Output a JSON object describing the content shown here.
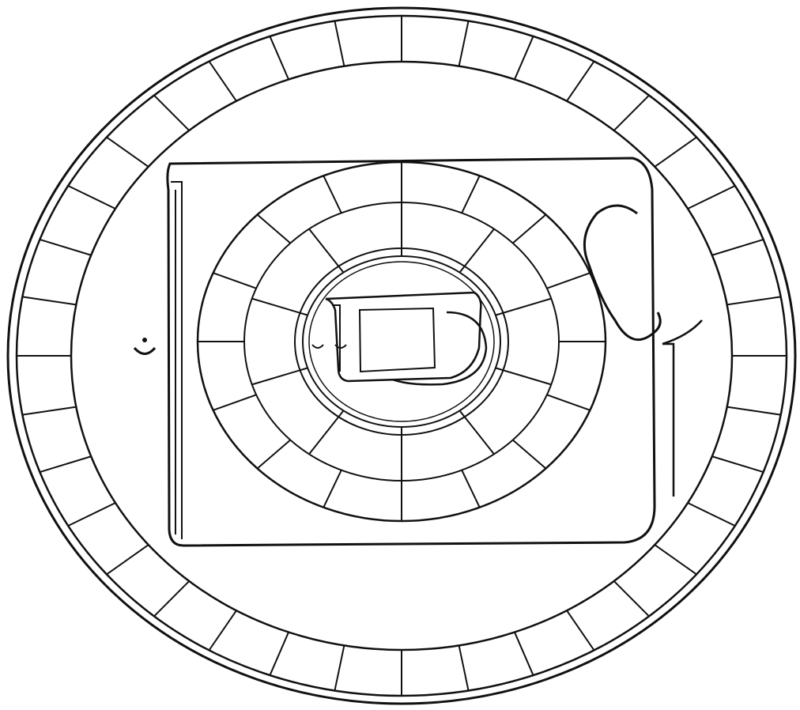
{
  "colors": {
    "ink": "#111111",
    "paper": "#ffffff"
  },
  "outer_ring": {
    "segment_count": 36,
    "syllables": []
  },
  "middle_ring": {
    "segment_count": 16,
    "syllables": []
  },
  "inner_ring": {
    "segment_count": 10,
    "syllables": []
  },
  "center": {
    "syllables": []
  }
}
